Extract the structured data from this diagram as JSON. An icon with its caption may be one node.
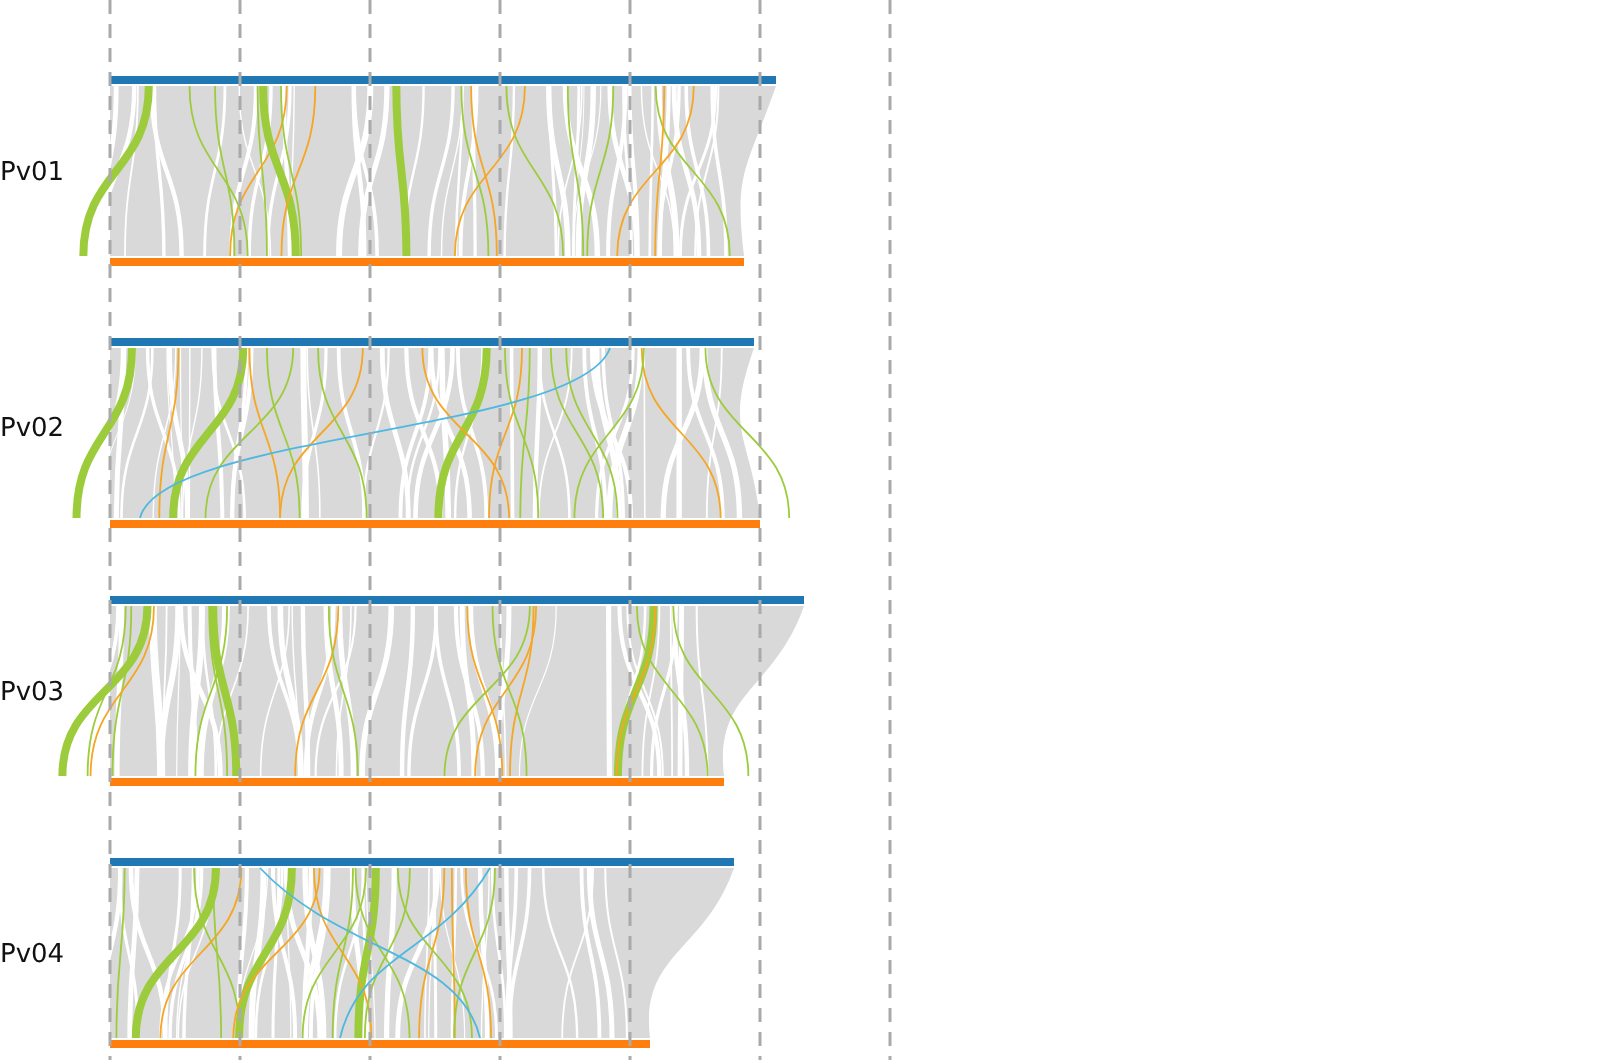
{
  "diagram": {
    "labels": [
      "Pv01",
      "Pv02",
      "Pv03",
      "Pv04"
    ]
  }
}
